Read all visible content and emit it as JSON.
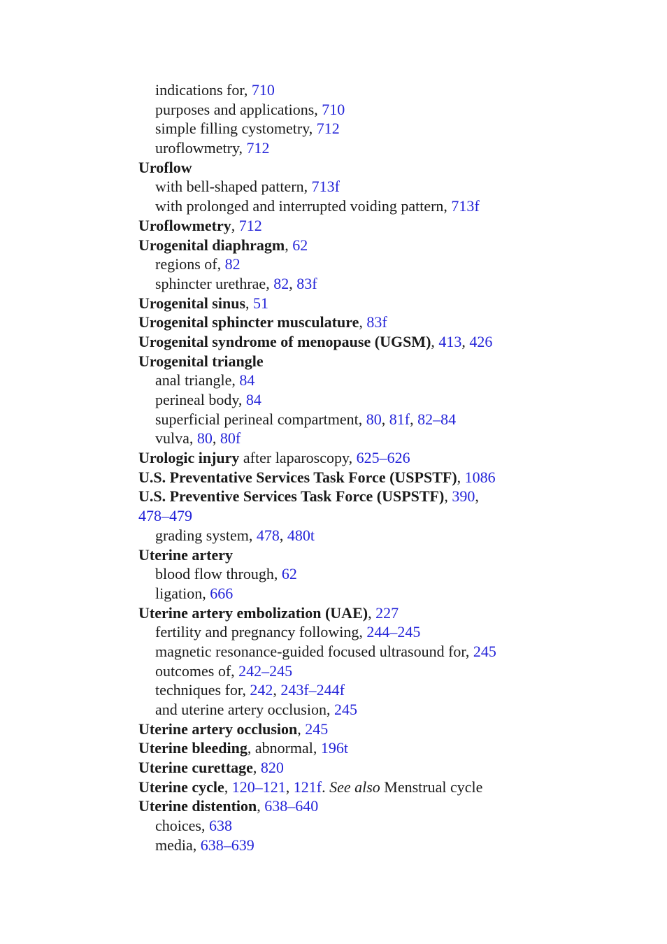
{
  "index_entries": [
    {
      "level": "sub",
      "text": "indications for",
      "refs": [
        "710"
      ]
    },
    {
      "level": "sub",
      "text": "purposes and applications",
      "refs": [
        "710"
      ]
    },
    {
      "level": "sub",
      "text": "simple filling cystometry",
      "refs": [
        "712"
      ]
    },
    {
      "level": "sub",
      "text": "uroflowmetry",
      "refs": [
        "712"
      ]
    },
    {
      "level": "main",
      "term": "Uroflow"
    },
    {
      "level": "sub",
      "text": "with bell-shaped pattern",
      "refs": [
        "713f"
      ]
    },
    {
      "level": "sub",
      "text": "with prolonged and interrupted voiding pattern",
      "refs": [
        "713f"
      ]
    },
    {
      "level": "main",
      "term": "Uroflowmetry",
      "refs": [
        "712"
      ]
    },
    {
      "level": "main",
      "term": "Urogenital diaphragm",
      "refs": [
        "62"
      ]
    },
    {
      "level": "sub",
      "text": "regions of",
      "refs": [
        "82"
      ]
    },
    {
      "level": "sub",
      "text": "sphincter urethrae",
      "refs": [
        "82",
        "83f"
      ]
    },
    {
      "level": "main",
      "term": "Urogenital sinus",
      "refs": [
        "51"
      ]
    },
    {
      "level": "main",
      "term": "Urogenital sphincter musculature",
      "refs": [
        "83f"
      ]
    },
    {
      "level": "main",
      "term": "Urogenital syndrome of menopause (UGSM)",
      "refs": [
        "413",
        "426"
      ]
    },
    {
      "level": "main",
      "term": "Urogenital triangle"
    },
    {
      "level": "sub",
      "text": "anal triangle",
      "refs": [
        "84"
      ]
    },
    {
      "level": "sub",
      "text": "perineal body",
      "refs": [
        "84"
      ]
    },
    {
      "level": "sub",
      "text": "superficial perineal compartment",
      "refs": [
        "80",
        "81f",
        "82–84"
      ]
    },
    {
      "level": "sub",
      "text": "vulva",
      "refs": [
        "80",
        "80f"
      ]
    },
    {
      "level": "main",
      "term": "Urologic injury",
      "text": "after laparoscopy",
      "refs": [
        "625–626"
      ]
    },
    {
      "level": "main",
      "term": "U.S. Preventative Services Task Force (USPSTF)",
      "refs": [
        "1086"
      ]
    },
    {
      "level": "main",
      "term": "U.S. Preventive Services Task Force (USPSTF)",
      "refs": [
        "390"
      ],
      "trail": ","
    },
    {
      "level": "main",
      "refs": [
        "478–479"
      ]
    },
    {
      "level": "sub",
      "text": "grading system",
      "refs": [
        "478",
        "480t"
      ]
    },
    {
      "level": "main",
      "term": "Uterine artery"
    },
    {
      "level": "sub",
      "text": "blood flow through",
      "refs": [
        "62"
      ]
    },
    {
      "level": "sub",
      "text": "ligation",
      "refs": [
        "666"
      ]
    },
    {
      "level": "main",
      "term": "Uterine artery embolization (UAE)",
      "refs": [
        "227"
      ]
    },
    {
      "level": "sub",
      "text": "fertility and pregnancy following",
      "refs": [
        "244–245"
      ]
    },
    {
      "level": "sub",
      "text": "magnetic resonance-guided focused ultrasound for",
      "refs": [
        "245"
      ]
    },
    {
      "level": "sub",
      "text": "outcomes of",
      "refs": [
        "242–245"
      ]
    },
    {
      "level": "sub",
      "text": "techniques for",
      "refs": [
        "242",
        "243f–244f"
      ]
    },
    {
      "level": "sub",
      "text": "and uterine artery occlusion",
      "refs": [
        "245"
      ]
    },
    {
      "level": "main",
      "term": "Uterine artery occlusion",
      "refs": [
        "245"
      ]
    },
    {
      "level": "main",
      "term": "Uterine bleeding",
      "text": "abnormal",
      "text_sep": ", ",
      "refs": [
        "196t"
      ]
    },
    {
      "level": "main",
      "term": "Uterine curettage",
      "refs": [
        "820"
      ]
    },
    {
      "level": "main",
      "term": "Uterine cycle",
      "refs": [
        "120–121",
        "121f"
      ],
      "see_also_label": "See also",
      "see_also": "Menstrual cycle"
    },
    {
      "level": "main",
      "term": "Uterine distention",
      "refs": [
        "638–640"
      ]
    },
    {
      "level": "sub",
      "text": "choices",
      "refs": [
        "638"
      ]
    },
    {
      "level": "sub",
      "text": "media",
      "refs": [
        "638–639"
      ]
    }
  ]
}
